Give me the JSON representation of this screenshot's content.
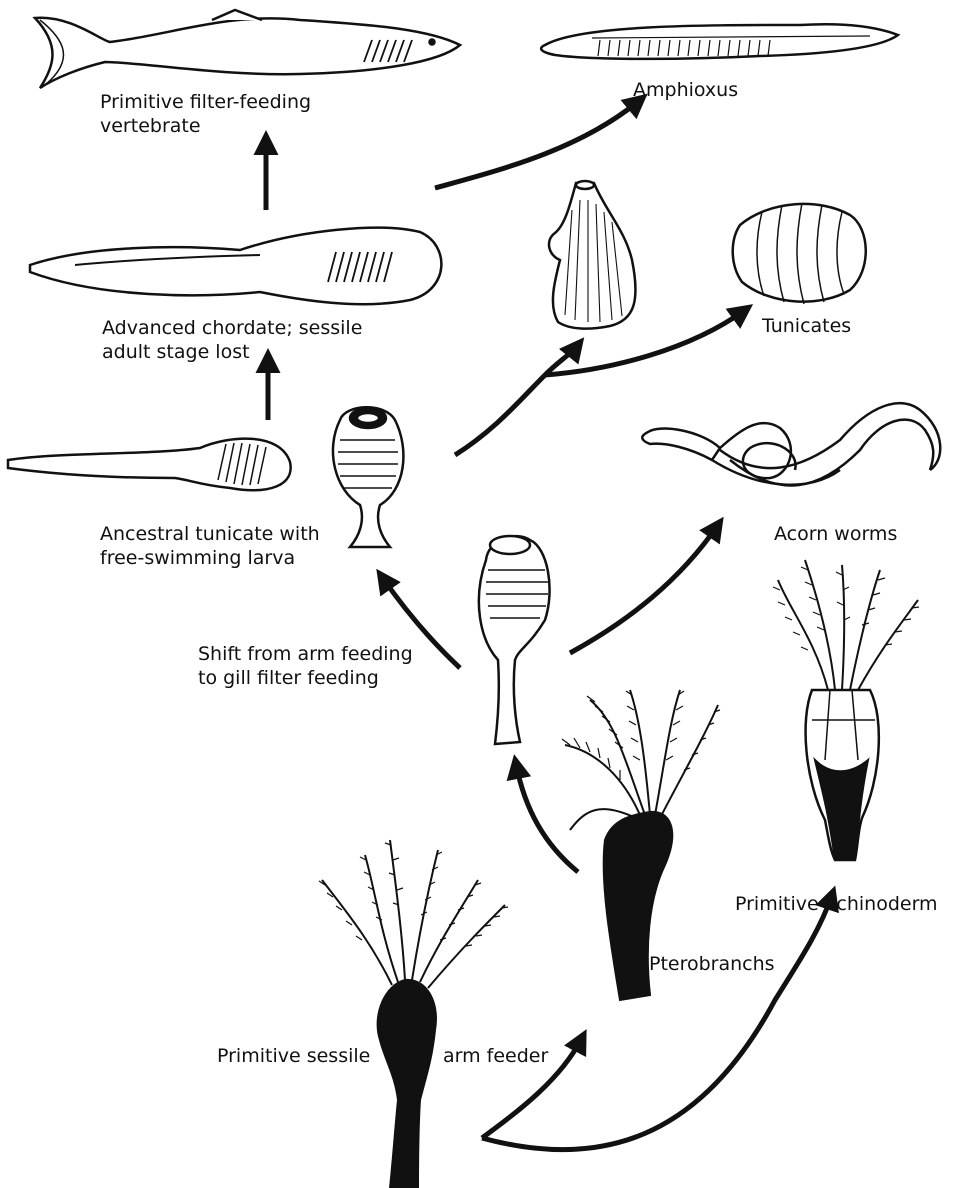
{
  "labels": {
    "filter_vertebrate_1": "Primitive filter-feeding",
    "filter_vertebrate_2": "vertebrate",
    "amphioxus": "Amphioxus",
    "advanced_chordate_1": "Advanced chordate; sessile",
    "advanced_chordate_2": "adult stage lost",
    "tunicates": "Tunicates",
    "ancestral_tunicate_1": "Ancestral tunicate with",
    "ancestral_tunicate_2": "free-swimming larva",
    "acorn_worms": "Acorn worms",
    "shift_1": "Shift from arm feeding",
    "shift_2": "to gill filter feeding",
    "primitive_echinoderm": "Primitive echinoderm",
    "pterobranchs": "Pterobranchs",
    "sessile_arm_feeder_1": "Primitive sessile",
    "sessile_arm_feeder_2": "arm feeder"
  },
  "colors": {
    "ink": "#111111",
    "paper": "#ffffff"
  },
  "icons": [
    "fish-icon",
    "amphioxus-icon",
    "tunicate-icon",
    "acorn-worm-icon",
    "pterobranch-icon",
    "echinoderm-icon",
    "arm-feeder-icon"
  ]
}
